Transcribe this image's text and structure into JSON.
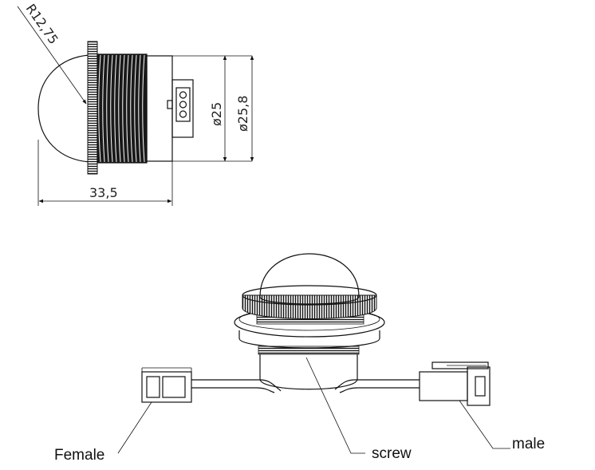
{
  "technical_drawing": {
    "dimensions": {
      "radius": "R12,75",
      "inner_diameter": "ø25",
      "outer_diameter": "ø25,8",
      "length": "33,5"
    }
  },
  "callouts": {
    "female": "Female",
    "screw": "screw",
    "male": "male"
  }
}
